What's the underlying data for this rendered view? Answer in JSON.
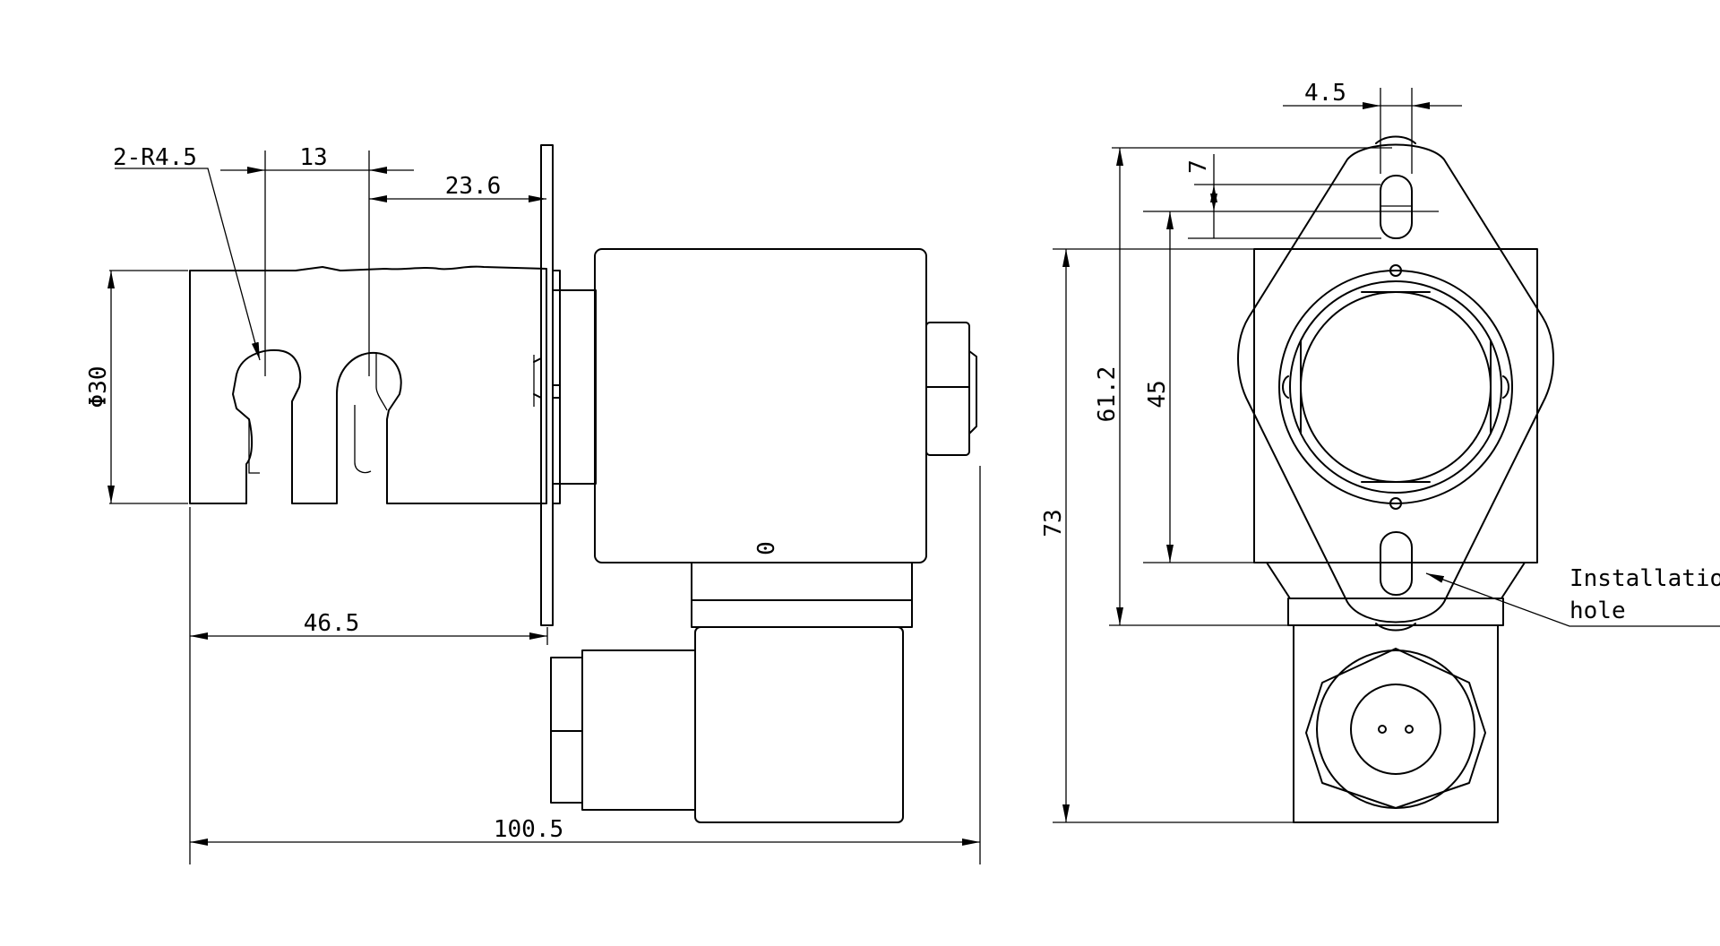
{
  "dimensions": {
    "side_view": {
      "slot_radius": "2-R4.5",
      "slot_pitch": "13",
      "slot_to_flange": "23.6",
      "body_diameter": "Φ30",
      "body_length": "46.5",
      "overall_length": "100.5",
      "coil_mark": "0"
    },
    "front_view": {
      "hole_width": "4.5",
      "hole_offset": "7",
      "hole_spacing": "45",
      "flange_height": "61.2",
      "overall_height": "73"
    }
  },
  "callout": {
    "line1": "Installation",
    "line2": "hole"
  },
  "colors": {
    "ink": "#000000",
    "paper": "#ffffff"
  }
}
